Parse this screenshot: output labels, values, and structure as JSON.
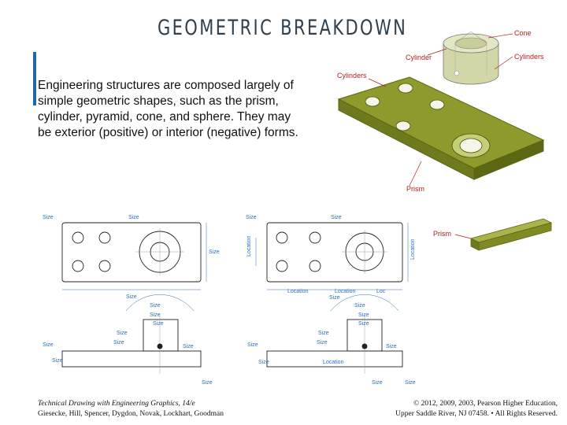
{
  "slide": {
    "title": "GEOMETRIC BREAKDOWN",
    "body": "Engineering structures are composed largely of simple geometric shapes, such as the prism, cylinder, pyramid, cone, and sphere. They may be exterior (positive) or interior (negative) forms."
  },
  "figure": {
    "callouts": {
      "cone": "Cone",
      "cylinder": "Cylinder",
      "cylinders_right": "Cylinders",
      "cylinders_left": "Cylinders",
      "prism_block": "Prism",
      "prism_bar": "Prism"
    },
    "dimension_labels": {
      "size": "Size",
      "location": "Location",
      "loc": "Loc"
    }
  },
  "footer": {
    "left_line1": "Technical Drawing with Engineering Graphics, 14/e",
    "left_line2": "Giesecke, Hill, Spencer, Dygdon, Novak, Lockhart, Goodman",
    "right_line1": "© 2012, 2009, 2003, Pearson Higher Education,",
    "right_line2": "Upper Saddle River, NJ 07458. • All Rights Reserved."
  },
  "colors": {
    "title": "#2f3f4c",
    "accent_bar": "#1d6aa5",
    "solid_green": "#8f9a2c",
    "callout_red": "#b32020",
    "dimension_blue": "#2a6ebb"
  }
}
